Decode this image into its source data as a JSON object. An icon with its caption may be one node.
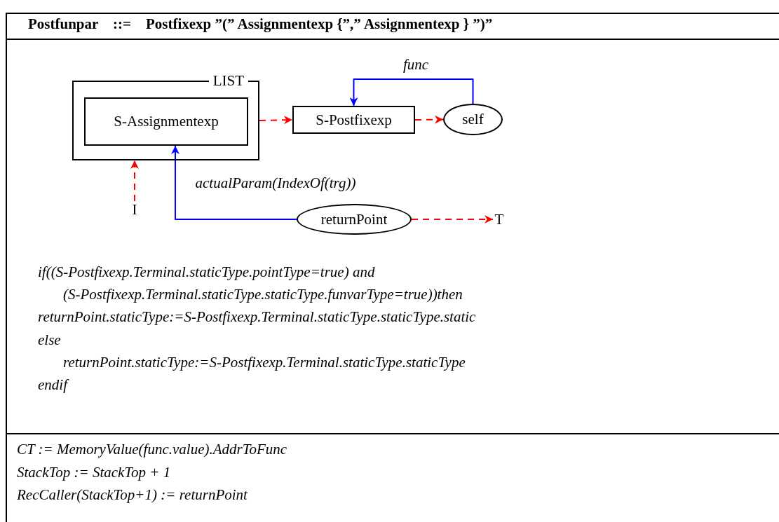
{
  "diagram": {
    "title": "Postfunpar    ::=    Postfixexp ”(” Assignmentexp {”,” Assignmentexp } ”)”",
    "nodes": [
      {
        "text": [
          "LIST"
        ]
      },
      {
        "text": [
          "S-Assignmentexp"
        ],
        "in": 0
      },
      {
        "text": [
          "S-Postfixexp"
        ]
      },
      {
        "text": [
          "self"
        ]
      },
      {
        "text": [
          "I"
        ]
      },
      {
        "text": [
          "returnPoint"
        ]
      },
      {
        "text": [
          "T"
        ]
      }
    ],
    "edges": [
      {
        "from": 0,
        "to": 2,
        "arrow": "to",
        "style": "dashed",
        "color": "#ff0000"
      },
      {
        "from": 2,
        "to": 3,
        "arrow": "to",
        "style": "dashed",
        "color": "#ff0000"
      },
      {
        "from": 3,
        "to": 2,
        "arrow": "to",
        "label": "func",
        "color": "#0000ff"
      },
      {
        "from": 4,
        "to": 0,
        "arrow": "to",
        "style": "dashed",
        "color": "#ff0000"
      },
      {
        "from": 5,
        "to": 1,
        "arrow": "to",
        "label": "actualParam(IndexOf(trg))",
        "color": "#0000ff"
      },
      {
        "from": 5,
        "to": 6,
        "arrow": "to",
        "style": "dashed",
        "color": "#ff0000"
      }
    ],
    "labels": [
      "if((S-Postfixexp.Terminal.staticType.pointType=true) and",
      "(S-Postfixexp.Terminal.staticType.staticType.funvarType=true))then",
      "returnPoint.staticType:=S-Postfixexp.Terminal.staticType.staticType.static",
      "else",
      "returnPoint.staticType:=S-Postfixexp.Terminal.staticType.staticType",
      "endif",
      "CT := MemoryValue(func.value).AddrToFunc",
      "StackTop := StackTop + 1",
      "RecCaller(StackTop+1) := returnPoint"
    ]
  }
}
